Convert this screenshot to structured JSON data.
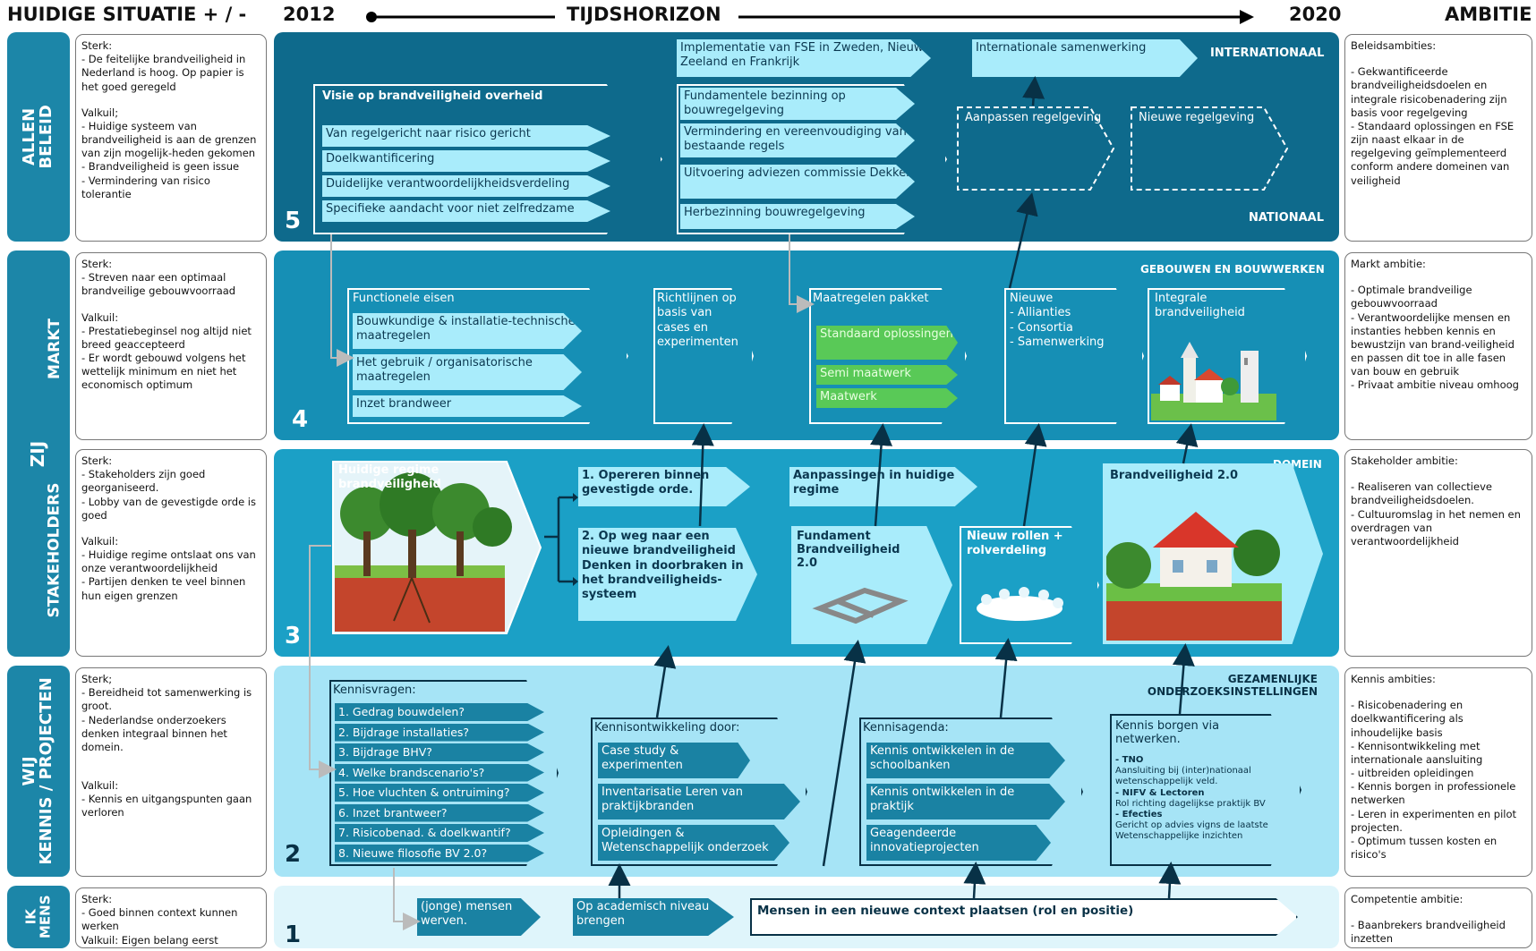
{
  "header": {
    "left": "HUIDIGE SITUATIE  + / -",
    "y2012": "2012",
    "horizon": "TIJDSHORIZON",
    "y2020": "2020",
    "right": "AMBITIE"
  },
  "rows": {
    "allen": "ALLEN\nBELEID",
    "zij": "ZIJ",
    "markt": "MARKT",
    "stakeholders": "STAKEHOLDERS",
    "wij": "WIJ\nKENNIS / PROJECTEN",
    "ik": "IK\nMENS"
  },
  "current": {
    "beleid": [
      "Sterk:",
      "- De feitelijke brandveiligheid in Nederland is hoog. Op papier is het goed geregeld",
      "",
      "Valkuil;",
      "- Huidige systeem van brandveiligheid is aan de grenzen van zijn mogelijk-heden gekomen",
      "- Brandveiligheid is geen issue",
      "- Vermindering van risico tolerantie"
    ],
    "markt": [
      "Sterk:",
      "- Streven naar een optimaal brandveilige gebouwvoorraad",
      "",
      "Valkuil:",
      "- Prestatiebeginsel nog altijd niet breed geaccepteerd",
      "- Er wordt gebouwd volgens het wettelijk minimum en niet het economisch optimum"
    ],
    "stakeholders": [
      "Sterk:",
      "- Stakeholders zijn goed georganiseerd.",
      "- Lobby van de gevestigde orde is goed",
      "",
      "Valkuil:",
      "- Huidige regime ontslaat ons van onze verantwoordelijkheid",
      "- Partijen denken te veel binnen hun eigen grenzen"
    ],
    "kennis": [
      "Sterk;",
      "- Bereidheid tot samenwerking is groot.",
      "- Nederlandse onderzoekers denken integraal binnen het domein.",
      "",
      "",
      "Valkuil:",
      "- Kennis en uitgangspunten gaan verloren"
    ],
    "mens": [
      "Sterk:",
      "- Goed binnen context kunnen werken",
      "Valkuil: Eigen belang eerst"
    ]
  },
  "ambitie": {
    "beleid": [
      "Beleidsambities:",
      "",
      "- Gekwantificeerde brandveiligheidsdoelen en integrale risicobenadering zijn basis voor regelgeving",
      "- Standaard oplossingen en FSE zijn naast elkaar in de regelgeving geïmplementeerd conform andere domeinen van veiligheid"
    ],
    "markt": [
      "Markt ambitie:",
      "",
      "- Optimale brandveilige gebouwvoorraad",
      "- Verantwoordelijke mensen en instanties hebben kennis en bewustzijn van brand-veiligheid en passen dit toe in alle fasen van bouw en gebruik",
      "- Privaat ambitie niveau omhoog"
    ],
    "stakeholders": [
      "Stakeholder ambitie:",
      "",
      "- Realiseren van collectieve brandveiligheidsdoelen.",
      "- Cultuuromslag in het nemen en overdragen van verantwoordelijkheid"
    ],
    "kennis": [
      "Kennis ambities:",
      "",
      "- Risicobenadering en doelkwantificering als inhoudelijke basis",
      "- Kennisontwikkeling met internationale aansluiting",
      "- uitbreiden opleidingen",
      "- Kennis borgen in professionele netwerken",
      "- Leren in experimenten en pilot projecten.",
      "- Optimum tussen kosten en risico's"
    ],
    "mens": [
      "Competentie ambitie:",
      "",
      "- Baanbrekers brandveiligheid inzetten"
    ]
  },
  "numbers": [
    "5",
    "4",
    "3",
    "2",
    "1"
  ],
  "band5": {
    "internationaal": "INTERNATIONAAL",
    "nationaal": "NATIONAAL",
    "visie_title": "Visie op brandveiligheid overheid",
    "visie_items": [
      "Van regelgericht naar risico gericht",
      "Doelkwantificering",
      "Duidelijke verantwoordelijkheidsverdeling",
      "Specifieke aandacht voor niet zelfredzame"
    ],
    "fse": "Implementatie van FSE in Zweden, Nieuw Zeeland en Frankrijk",
    "intl": "Internationale samenwerking",
    "fund_items": [
      "Fundamentele bezinning op bouwregelgeving",
      "Vermindering en vereenvoudiging van bestaande regels",
      "Uitvoering adviezen commissie Dekker",
      "Herbezinning bouwregelgeving"
    ],
    "aanpassen": "Aanpassen regelgeving",
    "nieuwe": "Nieuwe regelgeving"
  },
  "band4": {
    "label": "GEBOUWEN EN BOUWWERKEN",
    "func_title": "Functionele eisen",
    "func_items": [
      "Bouwkundige & installatie-technische maatregelen",
      "Het gebruik / organisatorische maatregelen",
      "Inzet brandweer"
    ],
    "richtlijnen": "Richtlijnen op basis van cases en experimenten",
    "pakket_title": "Maatregelen pakket",
    "pakket_items": [
      "Standaard oplossingen",
      "Semi maatwerk",
      "Maatwerk"
    ],
    "nieuwe": "Nieuwe\n- Allianties\n- Consortia\n- Samenwerking",
    "integrale": "Integrale brandveiligheid"
  },
  "band3": {
    "label": "DOMEIN",
    "regime": "Huidige regime brandveiligheid",
    "opereren": "1. Opereren binnen gevestigde orde.",
    "opweg": "2. Op weg naar een nieuwe brandveiligheid Denken in doorbraken in het brandveiligheids-systeem",
    "aanpassingen": "Aanpassingen in huidige regime",
    "fundament": "Fundament Brandveiligheid 2.0",
    "rollen": "Nieuw rollen + rolverdeling",
    "bv2": "Brandveiligheid 2.0"
  },
  "band2": {
    "label": "GEZAMENLIJKE ONDERZOEKSINSTELLINGEN",
    "vragen_title": "Kennisvragen:",
    "vragen": [
      "1. Gedrag bouwdelen?",
      "2. Bijdrage installaties?",
      "3. Bijdrage BHV?",
      "4. Welke brandscenario's?",
      "5. Hoe vluchten & ontruiming?",
      "6. Inzet brantweer?",
      "7. Risicobenad. & doelkwantif?",
      "8. Nieuwe filosofie BV 2.0?"
    ],
    "ontw_title": "Kennisontwikkeling door:",
    "ontw": [
      "Case study & experimenten",
      "Inventarisatie Leren van praktijkbranden",
      "Opleidingen & Wetenschappelijk onderzoek"
    ],
    "agenda_title": "Kennisagenda:",
    "agenda": [
      "Kennis ontwikkelen in de schoolbanken",
      "Kennis ontwikkelen in de praktijk",
      "Geagendeerde innovatieprojecten"
    ],
    "borgen_title": "Kennis borgen via netwerken.",
    "borgen": [
      "- TNO",
      "Aansluiting bij (inter)nationaal wetenschappelijk veld.",
      "- NIFV & Lectoren",
      "Rol richting dagelijkse praktijk BV",
      "- Efecties",
      "Gericht op advies vigns de laatste Wetenschappelijke inzichten"
    ]
  },
  "band1": {
    "werven": "(jonge) mensen werven.",
    "niveau": "Op academisch niveau brengen",
    "context": "Mensen in een nieuwe context plaatsen (rol en positie)"
  }
}
